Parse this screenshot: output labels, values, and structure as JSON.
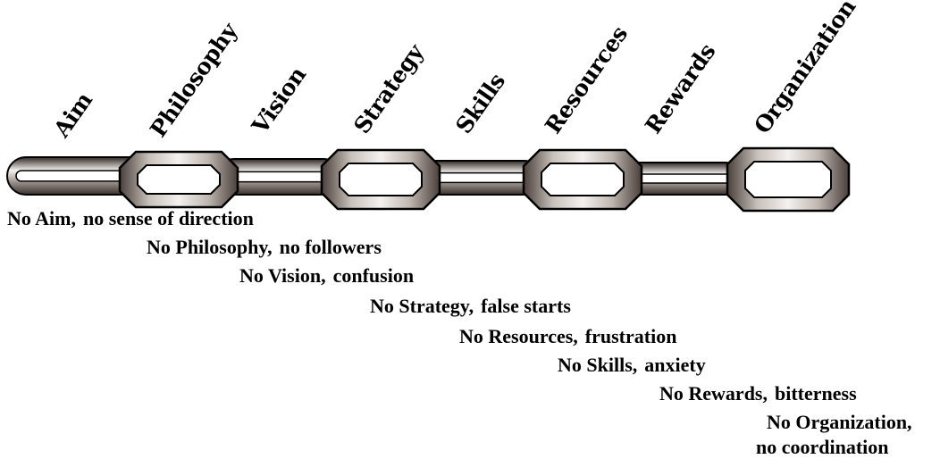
{
  "chain_labels": [
    "Aim",
    "Philosophy",
    "Vision",
    "Strategy",
    "Skills",
    "Resources",
    "Rewards",
    "Organization"
  ],
  "statements": [
    {
      "missing": "No Aim,",
      "result": "no sense of direction"
    },
    {
      "missing": "No Philosophy,",
      "result": "no followers"
    },
    {
      "missing": "No Vision,",
      "result": "confusion"
    },
    {
      "missing": "No Strategy,",
      "result": "false starts"
    },
    {
      "missing": "No Resources,",
      "result": "frustration"
    },
    {
      "missing": "No Skills,",
      "result": "anxiety"
    },
    {
      "missing": "No Rewards,",
      "result": "bitterness"
    },
    {
      "missing": "No Organization,",
      "result": "no coordination"
    }
  ],
  "colors": {
    "link_dark": "#4a3f3a",
    "link_mid": "#8c817b",
    "link_light": "#f2efed",
    "outline": "#000000"
  }
}
